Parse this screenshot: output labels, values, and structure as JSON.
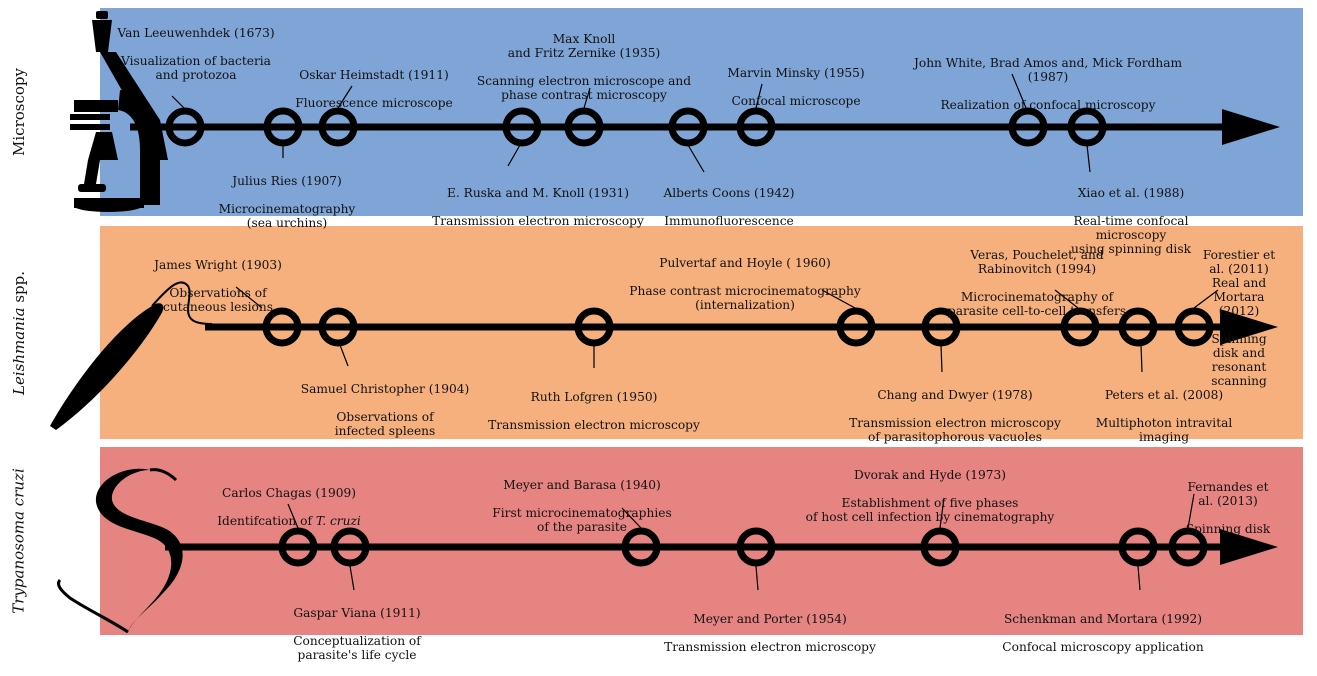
{
  "colors": {
    "microscopy": "#7fa4d6",
    "leishmania": "#f5b07e",
    "trypanosoma": "#e58480",
    "line": "#000000"
  },
  "sections": [
    {
      "label": "Microscopy",
      "events": [
        {
          "title": "Van Leeuwenhdek (1673)",
          "desc": "Visualization of bacteria\nand protozoa"
        },
        {
          "title": "Julius Ries (1907)",
          "desc": "Microcinematography\n(sea urchins)"
        },
        {
          "title": "Oskar Heimstadt (1911)",
          "desc": "Fluorescence microscope"
        },
        {
          "title": "E. Ruska and M. Knoll (1931)",
          "desc": "Transmission electron microscopy"
        },
        {
          "title": "Max Knoll\nand Fritz Zernike (1935)",
          "desc": "Scanning electron microscope and\nphase contrast microscopy"
        },
        {
          "title": "Alberts Coons (1942)",
          "desc": "Immunofluorescence"
        },
        {
          "title": "Marvin Minsky (1955)",
          "desc": "Confocal microscope"
        },
        {
          "title": "John White, Brad Amos and, Mick Fordham (1987)",
          "desc": "Realization of confocal microscopy"
        },
        {
          "title": "Xiao et al. (1988)",
          "desc": "Real-time confocal microscopy\nusing spinning disk"
        }
      ]
    },
    {
      "label_italic": "Leishmania",
      "label_suffix": " spp.",
      "events": [
        {
          "title": "James Wright (1903)",
          "desc": "Observations of\ncutaneous lesions"
        },
        {
          "title": "Samuel Christopher (1904)",
          "desc": "Observations of\ninfected spleens"
        },
        {
          "title": "Ruth Lofgren (1950)",
          "desc": "Transmission electron microscopy"
        },
        {
          "title": "Pulvertaf and Hoyle ( 1960)",
          "desc": "Phase contrast microcinematography\n(internalization)"
        },
        {
          "title": "Chang and Dwyer (1978)",
          "desc": "Transmission electron microscopy\nof parasitophorous vacuoles"
        },
        {
          "title": "Veras, Pouchelet, and\nRabinovitch (1994)",
          "desc": "Microcinematography of\nparasite cell-to-cell transfers"
        },
        {
          "title": "Peters et al. (2008)",
          "desc": "Multiphoton intravital\nimaging"
        },
        {
          "title": "Forestier et al. (2011)\nReal and Mortara (2012)",
          "desc": "Spinning disk and\nresonant scanning"
        }
      ]
    },
    {
      "label_italic": "Trypanosoma cruzi",
      "events": [
        {
          "title": "Carlos Chagas (1909)",
          "desc_prefix": "Identifcation of ",
          "desc_italic": "T. cruzi"
        },
        {
          "title": "Gaspar Viana (1911)",
          "desc": "Conceptualization of\nparasite's life cycle"
        },
        {
          "title": "Meyer and Barasa (1940)",
          "desc": "First microcinematographies\nof the parasite"
        },
        {
          "title": "Meyer and Porter (1954)",
          "desc": "Transmission electron microscopy"
        },
        {
          "title": "Dvorak and Hyde (1973)",
          "desc": "Establishment of five phases\nof host cell infection by cinematography"
        },
        {
          "title": "Schenkman and Mortara (1992)",
          "desc": "Confocal microscopy application"
        },
        {
          "title": "Fernandes et al. (2013)",
          "desc": "Spinning disk"
        }
      ]
    }
  ]
}
